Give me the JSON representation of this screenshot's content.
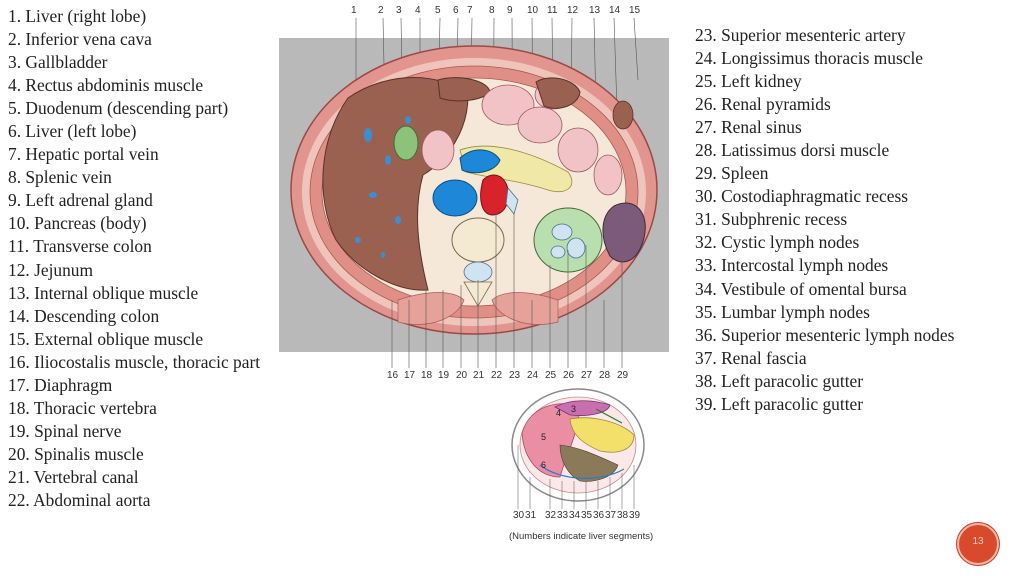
{
  "legend_left": [
    "1. Liver (right lobe)",
    "2. Inferior vena cava",
    "3. Gallbladder",
    "4. Rectus abdominis muscle",
    "5. Duodenum (descending part)",
    "6. Liver (left lobe)",
    "7. Hepatic portal vein",
    "8. Splenic vein",
    "9. Left adrenal gland",
    "10. Pancreas (body)",
    "11. Transverse colon",
    "12. Jejunum",
    "13. Internal oblique muscle",
    "14. Descending colon",
    "15. External oblique muscle",
    "16. Iliocostalis muscle, thoracic part",
    "17. Diaphragm",
    "18. Thoracic vertebra",
    "19. Spinal nerve",
    "20. Spinalis muscle",
    "21. Vertebral canal",
    "22. Abdominal aorta"
  ],
  "legend_right": [
    "23. Superior mesenteric artery",
    "24. Longissimus thoracis muscle",
    "25. Left kidney",
    "26. Renal pyramids",
    "27. Renal sinus",
    "28. Latissimus dorsi muscle",
    "29. Spleen",
    "30. Costodiaphragmatic recess",
    "31. Subphrenic recess",
    "32. Cystic lymph nodes",
    "33. Intercostal lymph nodes",
    "34. Vestibule of omental bursa",
    "35. Lumbar lymph nodes",
    "36. Superior mesenteric lymph nodes",
    "37. Renal fascia",
    "38. Left paracolic gutter",
    "39. Left paracolic gutter"
  ],
  "top_numbers": [
    "1",
    "2",
    "3",
    "4",
    "5",
    "6",
    "7",
    "8",
    "9",
    "10",
    "11",
    "12",
    "13",
    "14",
    "15"
  ],
  "bottom_numbers": [
    "16",
    "17",
    "18",
    "19",
    "20",
    "21",
    "22",
    "23",
    "24",
    "25",
    "26",
    "27",
    "28",
    "29"
  ],
  "small_numbers": [
    "30",
    "31",
    "32",
    "33",
    "34",
    "35",
    "36",
    "37",
    "38",
    "39"
  ],
  "segment_labels": [
    "4",
    "3",
    "5",
    "6"
  ],
  "caption": "(Numbers indicate liver segments)",
  "page_number": "13"
}
